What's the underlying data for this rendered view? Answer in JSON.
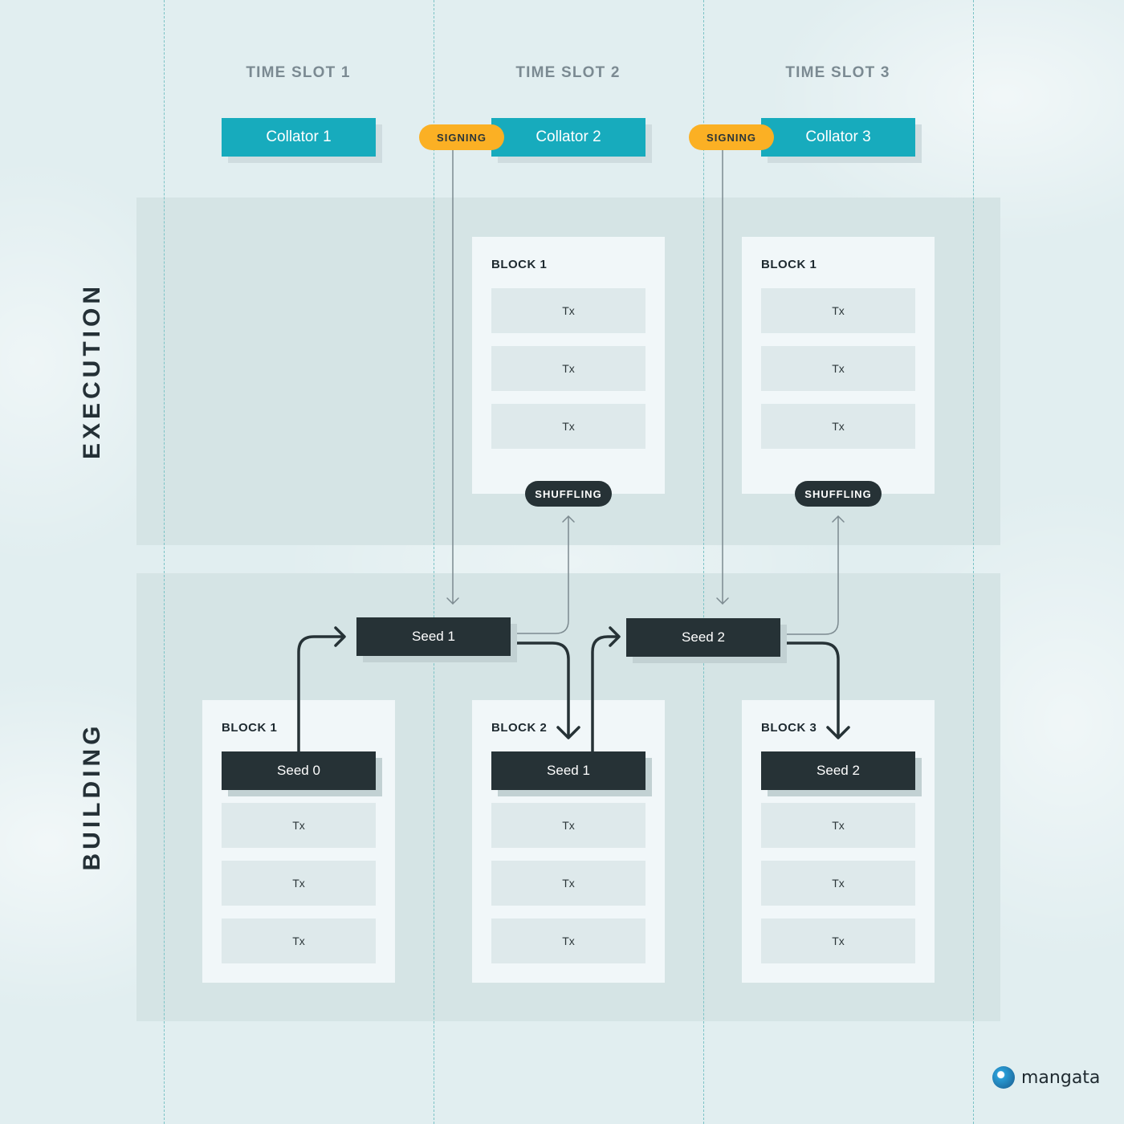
{
  "time_slots": [
    "TIME SLOT 1",
    "TIME SLOT 2",
    "TIME SLOT 3"
  ],
  "collators": [
    "Collator 1",
    "Collator 2",
    "Collator 3"
  ],
  "signing_label": "SIGNING",
  "rows": {
    "execution": "EXECUTION",
    "building": "BUILDING"
  },
  "execution_blocks": [
    {
      "title": "BLOCK 1",
      "txs": [
        "Tx",
        "Tx",
        "Tx"
      ],
      "badge": "SHUFFLING"
    },
    {
      "title": "BLOCK 1",
      "txs": [
        "Tx",
        "Tx",
        "Tx"
      ],
      "badge": "SHUFFLING"
    }
  ],
  "seeds": [
    "Seed 1",
    "Seed 2"
  ],
  "building_blocks": [
    {
      "title": "BLOCK 1",
      "seed": "Seed 0",
      "txs": [
        "Tx",
        "Tx",
        "Tx"
      ]
    },
    {
      "title": "BLOCK 2",
      "seed": "Seed 1",
      "txs": [
        "Tx",
        "Tx",
        "Tx"
      ]
    },
    {
      "title": "BLOCK 3",
      "seed": "Seed 2",
      "txs": [
        "Tx",
        "Tx",
        "Tx"
      ]
    }
  ],
  "brand": {
    "name": "mangata"
  },
  "colors": {
    "collator": "#17abbd",
    "signing": "#fbb024",
    "dark": "#263236",
    "zone": "#d5e4e5"
  }
}
